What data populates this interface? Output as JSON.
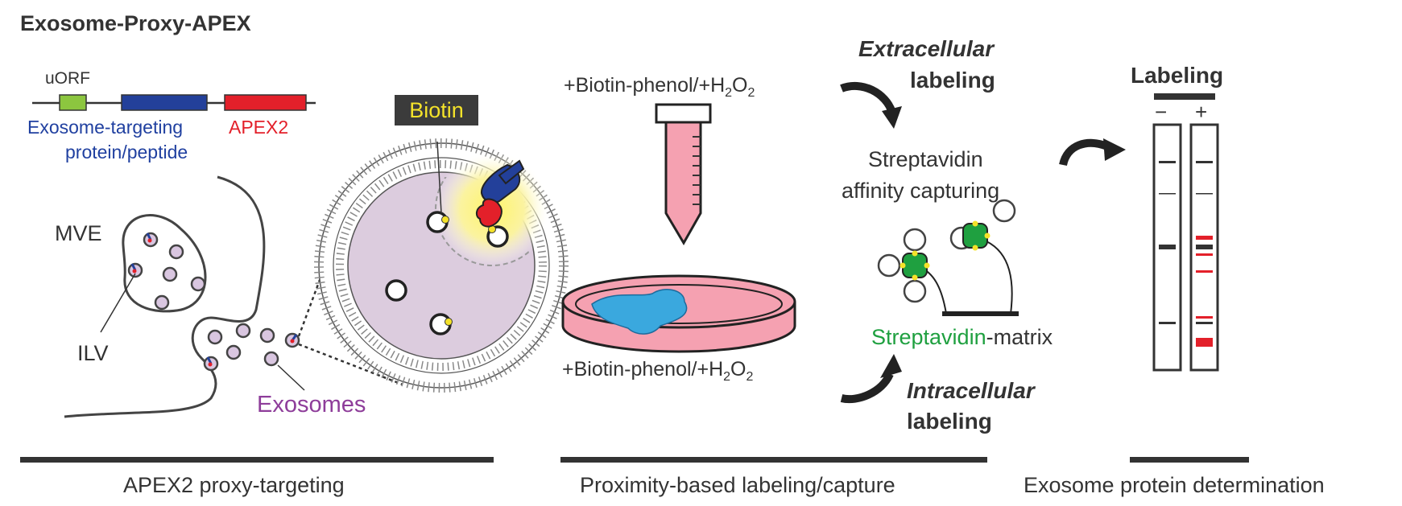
{
  "title": "Exosome-Proxy-APEX",
  "construct": {
    "uorf_label": "uORF",
    "targeting_label_line1": "Exosome-targeting",
    "targeting_label_line2": "protein/peptide",
    "apex2_label": "APEX2"
  },
  "cell": {
    "mve_label": "MVE",
    "ilv_label": "ILV",
    "exosomes_label": "Exosomes"
  },
  "zoom": {
    "biotin_label": "Biotin"
  },
  "labeling": {
    "reagent_top": "+Biotin-phenol/+H",
    "reagent_bottom": "+Biotin-phenol/+H"
  },
  "capture": {
    "extracellular_line1": "Extracellular",
    "extracellular_line2": "labeling",
    "intracellular_line1": "Intracellular",
    "intracellular_line2": "labeling",
    "streptavidin_line1": "Streptavidin",
    "streptavidin_line2": "affinity capturing",
    "matrix_green": "Streptavidin",
    "matrix_rest": "-matrix"
  },
  "gel": {
    "header": "Labeling",
    "lane_minus": "−",
    "lane_plus": "+"
  },
  "sections": [
    "APEX2 proxy-targeting",
    "Proximity-based labeling/capture",
    "Exosome protein determination"
  ],
  "colors": {
    "targeting_blue": "#2040a0",
    "apex2_red": "#e3202a",
    "uorf_green": "#8cc63f",
    "exosome_purple": "#8e3d9a",
    "streptavidin_green": "#1fa040",
    "biotin_yellow": "#f4e22a"
  }
}
